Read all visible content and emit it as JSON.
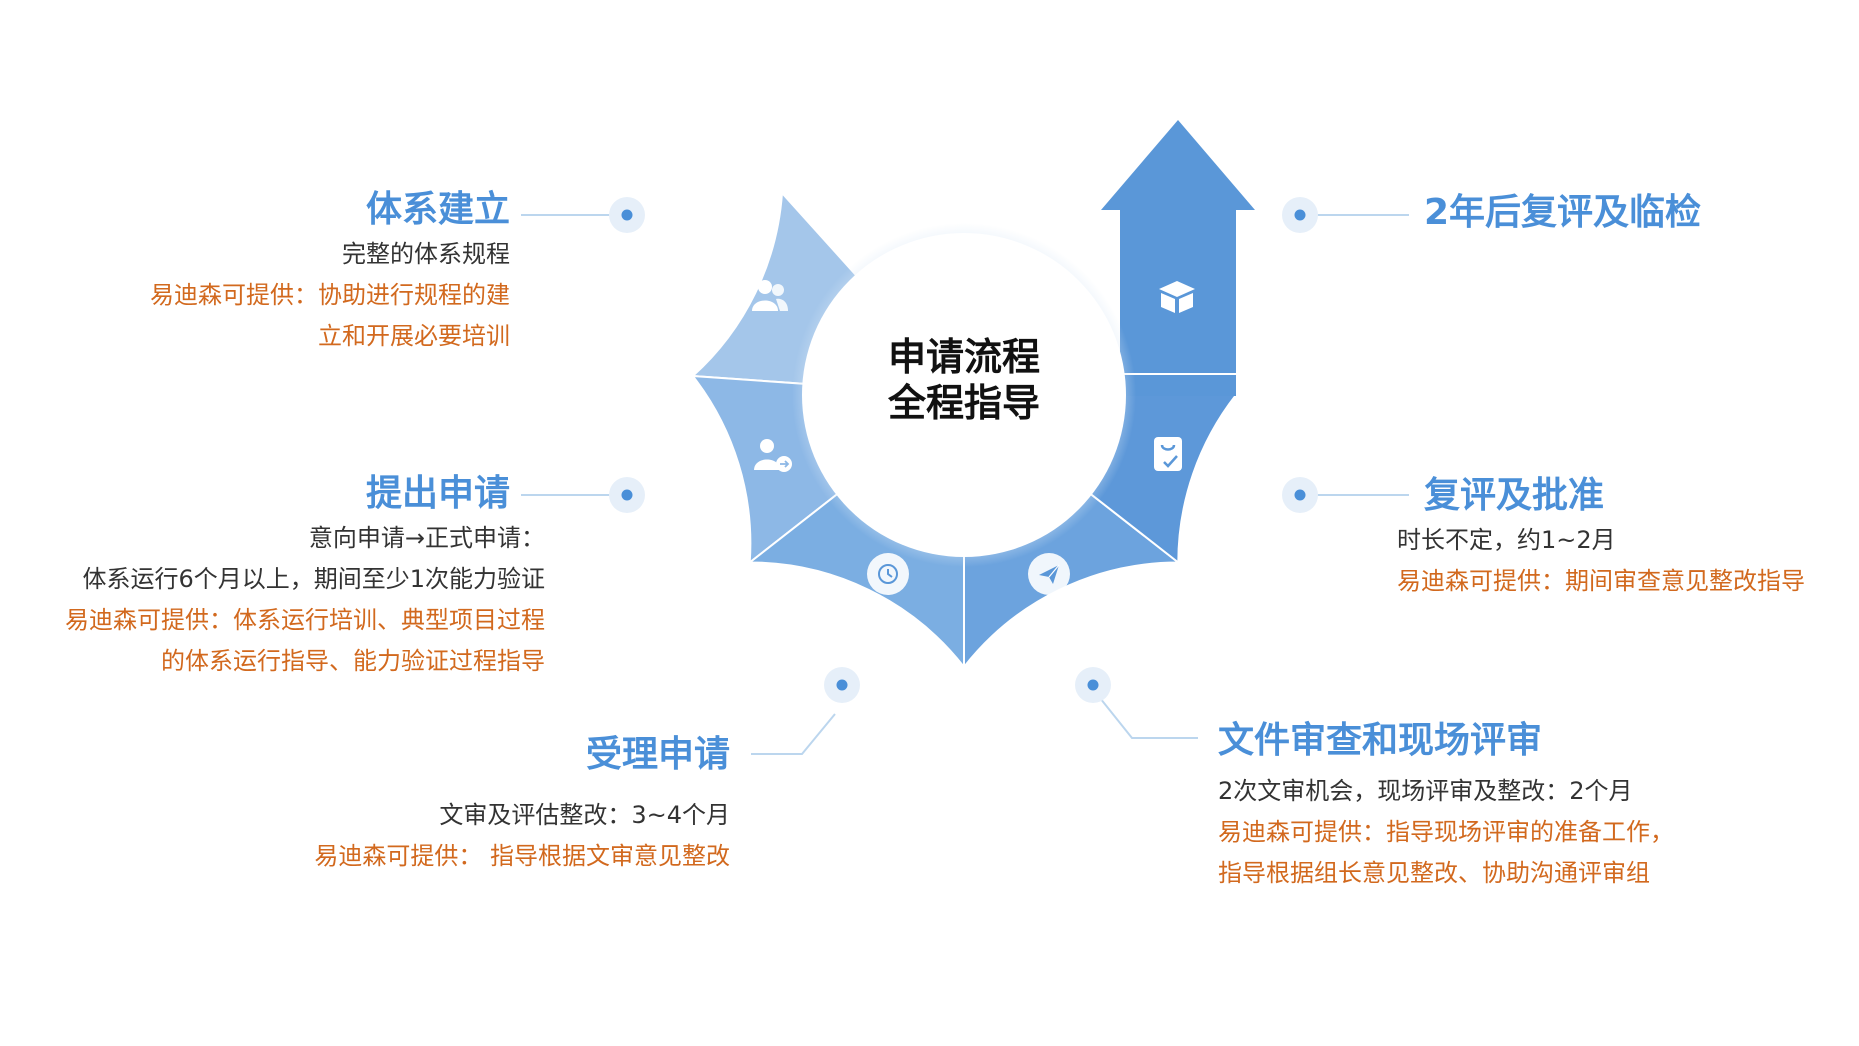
{
  "center": {
    "line1": "申请流程",
    "line2": "全程指导"
  },
  "steps": {
    "step1": {
      "title": "体系建立",
      "line1": "完整的体系规程",
      "line2": "易迪森可提供：协助进行规程的建",
      "line3": "立和开展必要培训"
    },
    "step2": {
      "title": "提出申请",
      "line1": "意向申请→正式申请：",
      "line2": "体系运行6个月以上，期间至少1次能力验证",
      "line3": "易迪森可提供：体系运行培训、典型项目过程",
      "line4": "的体系运行指导、能力验证过程指导"
    },
    "step3": {
      "title": "受理申请",
      "line1": "文审及评估整改：3~4个月",
      "line2": "易迪森可提供： 指导根据文审意见整改"
    },
    "step4": {
      "title": "文件审查和现场评审",
      "line1": "2次文审机会，现场评审及整改：2个月",
      "line2": "易迪森可提供：指导现场评审的准备工作，",
      "line3": "指导根据组长意见整改、协助沟通评审组"
    },
    "step5": {
      "title": "复评及批准",
      "line1": "时长不定，约1~2月",
      "line2": "易迪森可提供：期间审查意见整改指导"
    },
    "step6": {
      "title": "2年后复评及临检"
    }
  },
  "icons": [
    "users-icon",
    "user-arrow-icon",
    "clock-icon",
    "send-icon",
    "checklist-icon",
    "box-icon"
  ],
  "colors": {
    "title_blue": "#4A8FD8",
    "orange": "#D2691E",
    "text_dark": "#333333"
  }
}
